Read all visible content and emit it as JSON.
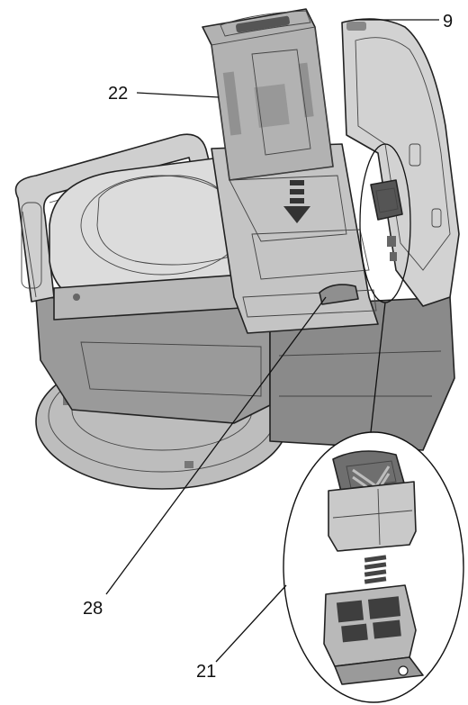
{
  "callouts": [
    {
      "id": "9",
      "label": "9"
    },
    {
      "id": "22",
      "label": "22"
    },
    {
      "id": "28",
      "label": "28"
    },
    {
      "id": "21",
      "label": "21"
    }
  ],
  "colors": {
    "shell_dark": "#8c8c8c",
    "shell_mid": "#b4b4b4",
    "shell_light": "#d6d6d6",
    "shell_lightest": "#ececec",
    "outline": "#222222"
  }
}
